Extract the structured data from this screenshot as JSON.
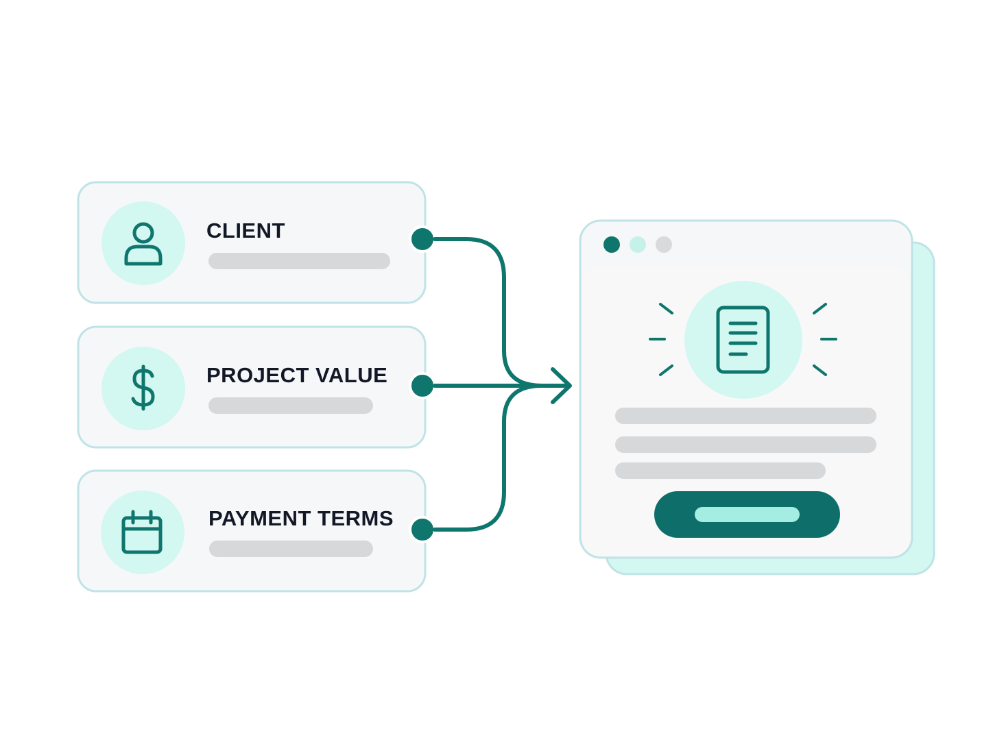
{
  "colors": {
    "primary": "#0f766e",
    "primary_dark": "#0e6e69",
    "accent_light": "#d3f7f1",
    "accent_mid": "#a4ede2",
    "card_border": "#bfe3e6",
    "card_fill": "#f6f7f8",
    "placeholder_bar": "#d6d8da",
    "label_text": "#121826"
  },
  "inputs": [
    {
      "label": "CLIENT",
      "icon": "user-icon"
    },
    {
      "label": "PROJECT VALUE",
      "icon": "dollar-icon"
    },
    {
      "label": "PAYMENT TERMS",
      "icon": "calendar-icon"
    }
  ],
  "output": {
    "window_dots": [
      "#0f766e",
      "#c5f1ea",
      "#d8dadc"
    ],
    "hero_icon": "document-icon",
    "action_button_icon": "pill-button"
  }
}
